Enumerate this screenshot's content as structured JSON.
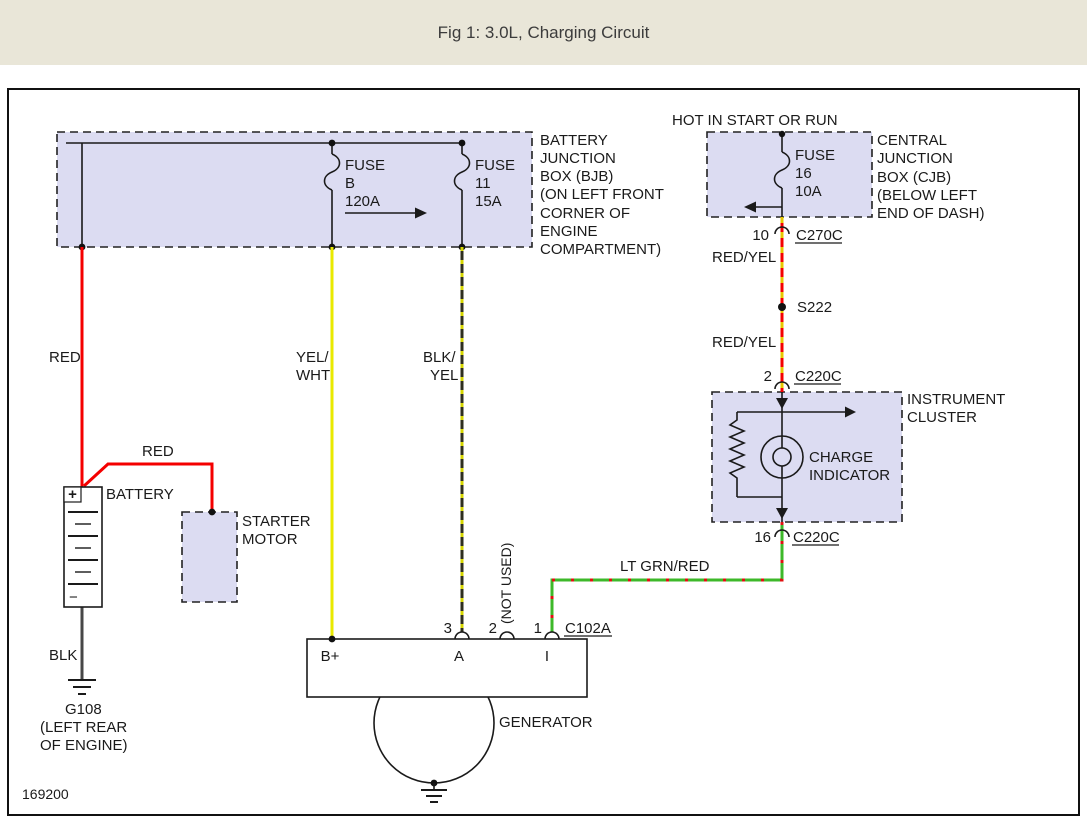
{
  "header": {
    "title": "Fig 1: 3.0L, Charging Circuit"
  },
  "colors": {
    "header_bg": "#e9e6d8",
    "box_fill": "#dcdcf2",
    "red": "#f40000",
    "yellow": "#e9e900",
    "green": "#3db82a",
    "blk_ground_wire": "#474747",
    "blk_yel_base": "#2e2e1e",
    "red_yel_stripe": "#e8c800",
    "blk_yel_stripe": "#d6d600",
    "grn_red_stripe": "#e01010"
  },
  "bjb": {
    "note": [
      "BATTERY",
      "JUNCTION",
      "BOX (BJB)",
      "(ON LEFT FRONT",
      "CORNER OF",
      "ENGINE",
      "COMPARTMENT)"
    ],
    "fuse_b": {
      "name": "FUSE",
      "id": "B",
      "rating": "120A"
    },
    "fuse_11": {
      "name": "FUSE",
      "id": "11",
      "rating": "15A"
    }
  },
  "cjb": {
    "hot": "HOT IN START OR RUN",
    "note": [
      "CENTRAL",
      "JUNCTION",
      "BOX (CJB)",
      "(BELOW LEFT",
      "END OF DASH)"
    ],
    "fuse_16": {
      "name": "FUSE",
      "id": "16",
      "rating": "10A"
    },
    "pin": "10",
    "connector": "C270C"
  },
  "splice": "S222",
  "wires": {
    "red": "RED",
    "red_branch": "RED",
    "red_yel_upper": "RED/YEL",
    "red_yel_lower": "RED/YEL",
    "yel_wht": [
      "YEL/",
      "WHT"
    ],
    "blk_yel": [
      "BLK/",
      "YEL"
    ],
    "blk": "BLK",
    "lt_grn_red": "LT GRN/RED"
  },
  "cluster": {
    "pin_top": "2",
    "conn_top": "C220C",
    "pin_bottom": "16",
    "conn_bottom": "C220C",
    "note": [
      "INSTRUMENT",
      "CLUSTER"
    ],
    "charge_indicator": [
      "CHARGE",
      "INDICATOR"
    ]
  },
  "battery": {
    "label": "BATTERY",
    "plus": "+",
    "minus": "−"
  },
  "starter": {
    "note": [
      "STARTER",
      "MOTOR"
    ]
  },
  "ground_g108": {
    "note": [
      "G108",
      "(LEFT REAR",
      "OF ENGINE)"
    ]
  },
  "generator": {
    "label": "GENERATOR",
    "pins": [
      "3",
      "2",
      "1"
    ],
    "connector": "C102A",
    "not_used": "(NOT USED)",
    "terminals": [
      "B+",
      "A",
      "I"
    ]
  },
  "footer_code": "169200"
}
